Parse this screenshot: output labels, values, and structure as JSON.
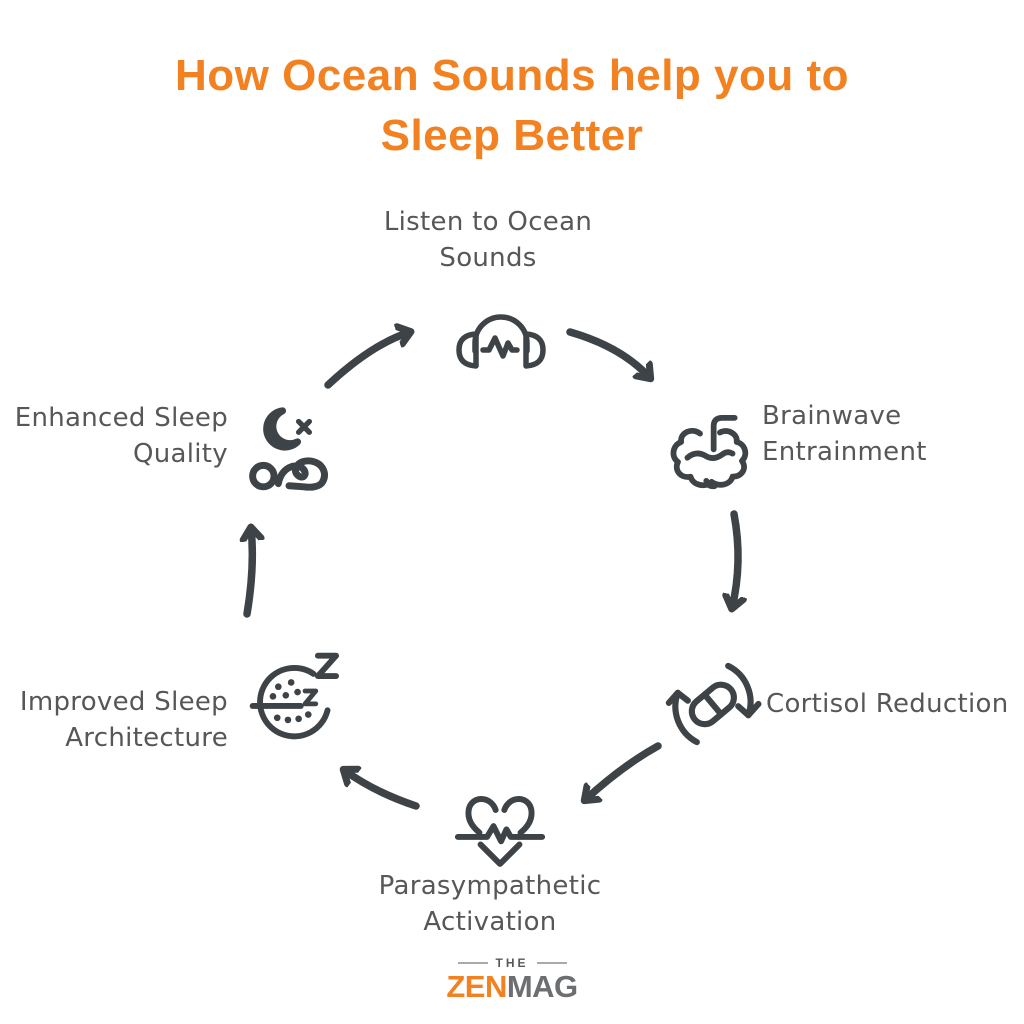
{
  "title": {
    "lines": [
      "How Ocean Sounds help you to",
      "Sleep Better"
    ]
  },
  "steps": [
    {
      "id": "listen-to-ocean-sounds",
      "label": "Listen to Ocean Sounds",
      "icon": "headphones-waveform-icon"
    },
    {
      "id": "brainwave-entrainment",
      "label": "Brainwave Entrainment",
      "icon": "brain-icon"
    },
    {
      "id": "cortisol-reduction",
      "label": "Cortisol Reduction",
      "icon": "pill-cycle-icon"
    },
    {
      "id": "parasympathetic-activation",
      "label": "Parasympathetic Activation",
      "icon": "heartbeat-heart-icon"
    },
    {
      "id": "improved-sleep-architecture",
      "label": "Improved Sleep Architecture",
      "icon": "sleep-face-zzz-icon"
    },
    {
      "id": "enhanced-sleep-quality",
      "label": "Enhanced Sleep Quality",
      "icon": "moon-sleeping-person-icon"
    }
  ],
  "logo": {
    "top": "THE",
    "brand_left": "ZEN",
    "brand_right": "MAG"
  },
  "colors": {
    "accent_orange": "#F18121",
    "label_gray": "#575757",
    "icon_stroke": "#3E4347",
    "background": "#FFFFFF"
  }
}
